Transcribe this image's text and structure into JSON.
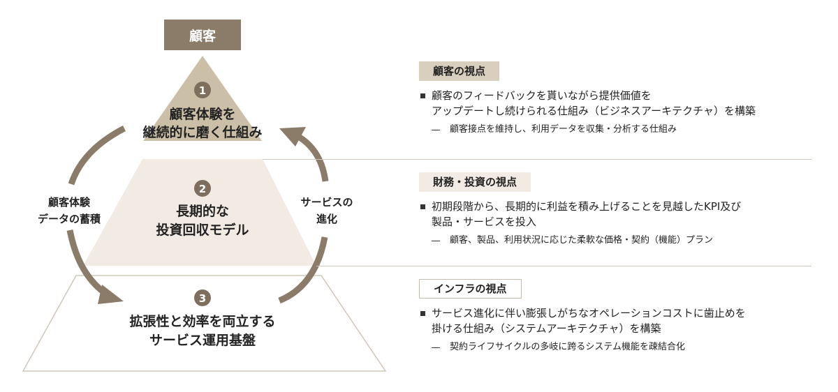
{
  "pyramid": {
    "top_label": "顧客",
    "tiers": [
      {
        "number": "1",
        "lines": [
          "顧客体験を",
          "継続的に磨く仕組み"
        ]
      },
      {
        "number": "2",
        "lines": [
          "長期的な",
          "投資回収モデル"
        ]
      },
      {
        "number": "3",
        "lines": [
          "拡張性と効率を両立する",
          "サービス運用基盤"
        ]
      }
    ],
    "left_cycle": [
      "顧客体験",
      "データの蓄積"
    ],
    "right_cycle": [
      "サービスの",
      "進化"
    ]
  },
  "perspectives": [
    {
      "title": "顧客の視点",
      "bullet_lines": [
        "顧客のフィードバックを貰いながら提供価値を",
        "アップデートし続けられる仕組み（ビジネスアーキテクチャ）を構築"
      ],
      "sub": "顧客接点を維持し、利用データを収集・分析する仕組み"
    },
    {
      "title": "財務・投資の視点",
      "bullet_lines": [
        "初期段階から、長期的に利益を積み上げることを見越したKPI及び",
        "製品・サービスを投入"
      ],
      "sub": "顧客、製品、利用状況に応じた柔軟な価格・契約（機能）プラン"
    },
    {
      "title": "インフラの視点",
      "bullet_lines": [
        "サービス進化に伴い膨張しがちなオペレーションコストに歯止めを",
        "掛ける仕組み（システムアーキテクチャ）を構築"
      ],
      "sub": "契約ライフサイクルの多岐に跨るシステム機能を疎結合化"
    }
  ],
  "colors": {
    "tier1": "#cbbfa7",
    "tier2": "#f1ebe3",
    "tier3_border": "#cfc7bb",
    "label_bg": "#8b7b69",
    "arrow": "#8b7b69",
    "number_circle": "#7d6e5e"
  }
}
